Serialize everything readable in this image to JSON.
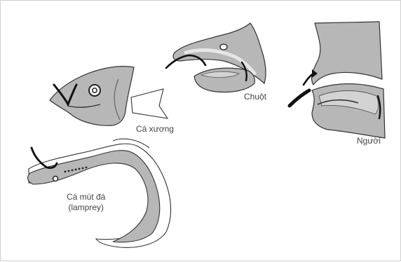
{
  "labels": {
    "bony_fish": "Cá xương",
    "rat": "Chuột",
    "human": "Người",
    "lamprey_line1": "Cá mút đá",
    "lamprey_line2": "(lamprey)"
  },
  "colors": {
    "body_fill": "#b7b7b7",
    "tissue_fill": "#d3d3d3",
    "outline": "#333333",
    "arrow": "#111111"
  }
}
